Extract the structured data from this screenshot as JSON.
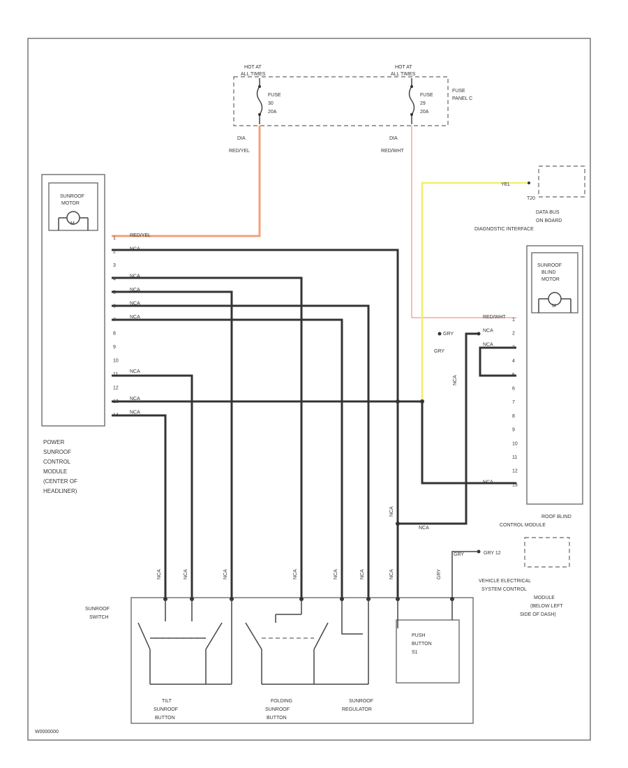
{
  "fuses": {
    "hot_left": [
      "HOT AT",
      "ALL TIMES"
    ],
    "hot_right": [
      "HOT AT",
      "ALL TIMES"
    ],
    "fuse_left": [
      "FUSE",
      "30",
      "20A"
    ],
    "fuse_right": [
      "FUSE",
      "29",
      "20A"
    ],
    "panel": [
      "FUSE",
      "PANEL C"
    ],
    "wire_left": [
      "DIA",
      "RED/YEL"
    ],
    "wire_right": [
      "DIA",
      "RED/WHT"
    ]
  },
  "data_bus": {
    "wire": "YEL",
    "pin": "T20",
    "label": [
      "DATA BUS",
      "ON BOARD",
      "DIAGNOSTIC INTERFACE"
    ]
  },
  "motor_left": [
    "SUNROOF",
    "MOTOR",
    "M"
  ],
  "motor_right": [
    "SUNROOF",
    "BLIND",
    "MOTOR",
    "M"
  ],
  "power_module": {
    "label": [
      "POWER",
      "SUNROOF",
      "CONTROL",
      "MODULE",
      "(CENTER OF",
      "HEADLINER)"
    ],
    "pins": [
      {
        "num": "1",
        "wire": "RED/YEL"
      },
      {
        "num": "2",
        "wire": "NCA"
      },
      {
        "num": "3",
        "wire": ""
      },
      {
        "num": "4",
        "wire": "NCA"
      },
      {
        "num": "5",
        "wire": "NCA"
      },
      {
        "num": "6",
        "wire": "NCA"
      },
      {
        "num": "7",
        "wire": "NCA"
      },
      {
        "num": "8",
        "wire": ""
      },
      {
        "num": "9",
        "wire": ""
      },
      {
        "num": "10",
        "wire": ""
      },
      {
        "num": "11",
        "wire": "NCA"
      },
      {
        "num": "12",
        "wire": ""
      },
      {
        "num": "13",
        "wire": "NCA"
      },
      {
        "num": "14",
        "wire": "NCA"
      }
    ]
  },
  "blind_module": {
    "label": [
      "ROOF BLIND",
      "CONTROL MODULE"
    ],
    "pins": [
      {
        "num": "1",
        "wire": "RED/WHT"
      },
      {
        "num": "2",
        "wire": "NCA"
      },
      {
        "num": "3",
        "wire": "NCA"
      },
      {
        "num": "4",
        "wire": ""
      },
      {
        "num": "5",
        "wire": ""
      },
      {
        "num": "6",
        "wire": ""
      },
      {
        "num": "7",
        "wire": ""
      },
      {
        "num": "8",
        "wire": ""
      },
      {
        "num": "9",
        "wire": ""
      },
      {
        "num": "10",
        "wire": ""
      },
      {
        "num": "11",
        "wire": ""
      },
      {
        "num": "12",
        "wire": ""
      },
      {
        "num": "13",
        "wire": "NCA"
      }
    ],
    "gry_label": "GRY",
    "gry_wire_label": "GRY",
    "nca_vertical": "NCA"
  },
  "vesc": {
    "wire": "GRY",
    "pin": "GRY 12",
    "label": [
      "VEHICLE ELECTRICAL",
      "SYSTEM CONTROL",
      "MODULE",
      "(BELOW LEFT",
      "SIDE OF DASH)"
    ]
  },
  "mid_nca": "NCA",
  "mid_nca_horizontal": "NCA",
  "switch_assembly": {
    "label": [
      "SUNROOF",
      "SWITCH"
    ],
    "wire_labels": [
      "NCA",
      "NCA",
      "NCA",
      "NCA",
      "NCA",
      "NCA",
      "NCA",
      "GRY"
    ],
    "tilt": [
      "TILT",
      "SUNROOF",
      "BUTTON"
    ],
    "folding": [
      "FOLDING",
      "SUNROOF",
      "BUTTON"
    ],
    "regulator": [
      "SUNROOF",
      "REGULATOR"
    ],
    "push": [
      "PUSH",
      "BUTTON",
      "S1"
    ]
  },
  "footer_code": "W0000000"
}
